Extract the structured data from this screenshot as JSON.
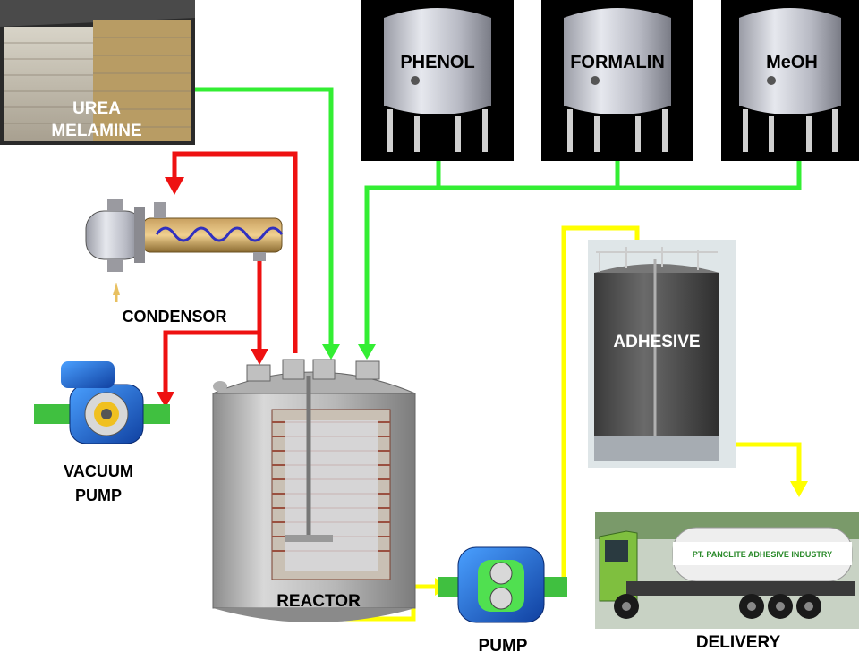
{
  "raw_materials": {
    "line1": "UREA",
    "line2": "MELAMINE"
  },
  "tanks": [
    {
      "label": "PHENOL"
    },
    {
      "label": "FORMALIN"
    },
    {
      "label": "MeOH"
    }
  ],
  "condensor": {
    "label": "CONDENSOR"
  },
  "vacuum_pump": {
    "line1": "VACUUM",
    "line2": "PUMP"
  },
  "reactor": {
    "label": "REACTOR"
  },
  "pump": {
    "label": "PUMP"
  },
  "adhesive": {
    "label": "ADHESIVE"
  },
  "delivery": {
    "label": "DELIVERY",
    "truck_text": "PT. PANCLITE ADHESIVE INDUSTRY"
  },
  "colors": {
    "feed_line": "#33ee33",
    "vacuum_line": "#ee1111",
    "product_line": "#ffff00",
    "tank_background": "#000000"
  }
}
